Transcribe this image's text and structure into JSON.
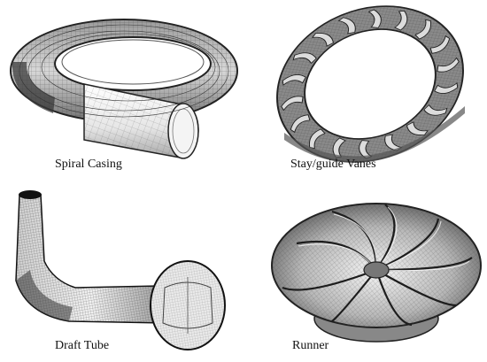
{
  "panels": [
    {
      "key": "spiral",
      "label": "Spiral Casing"
    },
    {
      "key": "guide",
      "label": "Stay/guide Vanes"
    },
    {
      "key": "draft",
      "label": "Draft Tube"
    },
    {
      "key": "runner",
      "label": "Runner"
    }
  ],
  "colors": {
    "mesh_dark": "#2b2b2b",
    "mesh_mid": "#7a7a7a",
    "mesh_light": "#cfcfcf",
    "background": "#ffffff"
  }
}
